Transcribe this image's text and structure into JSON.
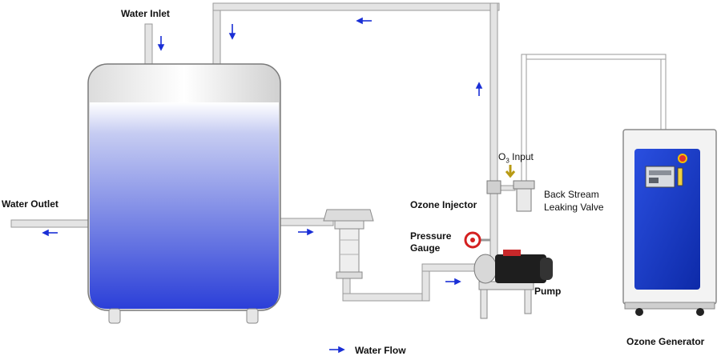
{
  "labels": {
    "water_inlet": "Water Inlet",
    "water_outlet": "Water Outlet",
    "ozone_injector": "Ozone Injector",
    "o3_input_prefix": "O",
    "o3_input_sub": "3",
    "o3_input_suffix": " Input",
    "back_stream_line1": "Back Stream",
    "back_stream_line2": "Leaking Valve",
    "pressure_gauge_line1": "Pressure",
    "pressure_gauge_line2": "Gauge",
    "pump": "Pump",
    "ozone_generator": "Ozone Generator",
    "legend_water_flow": "Water Flow"
  },
  "colors": {
    "arrow": "#1a2fd6",
    "water_top": "#ffffff",
    "water_bottom": "#2b3fd8",
    "pipe": "#d9d9d9",
    "pipe_edge": "#9a9a9a",
    "generator_panel": "#1236c9",
    "o3_arrow": "#b89a14",
    "gauge_red": "#d42020"
  },
  "icons": {
    "flow_arrow": "arrow-icon",
    "gauge": "pressure-gauge-icon"
  }
}
